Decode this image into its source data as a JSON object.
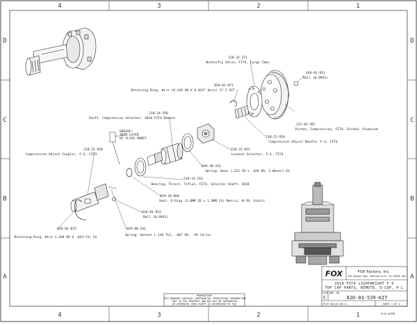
{
  "grid": {
    "columns": [
      "4",
      "3",
      "2",
      "1"
    ],
    "rows": [
      "D",
      "C",
      "B",
      "A"
    ]
  },
  "callouts": [
    {
      "pn": "218-24-371",
      "desc": "Butterfly Valve, FIT4, Large Tabs"
    },
    {
      "pn": "038-01-071",
      "desc": "Retaining Ring, Wire (0.349 OD X 0.024\" Wire) 17-7 SST"
    },
    {
      "pn": "018-01-912",
      "desc": "Ball (0.0941)"
    },
    {
      "pn": "210-24-350",
      "desc": "Shaft, Compression Selector, 2018 FIT4 Remote"
    },
    {
      "pn": "222-01-307",
      "desc": "Piston, Compression, FIT4, Dished, Aluminum"
    },
    {
      "pn": "210-22-918",
      "desc": "Compression Adjust Needle, F-S, FIT4"
    },
    {
      "pn": "210-22-921",
      "desc": "Lockout Selector, F-S, FIT4"
    },
    {
      "pn": "218-22-928",
      "desc": "Compression Adjust Coupler, F-S, FIT4"
    },
    {
      "pn": "039-30-241",
      "desc": "Spring: Wave (.322 ID x .420 OD, 3 Waves) SS"
    },
    {
      "pn": "210-24-316",
      "desc": "Bearing, Thrust, Teflon, FIT4, Selector Shaft, 2018"
    },
    {
      "pn": "029-38-068",
      "desc": "Seal: O-Ring (3.8MM ID x 1.5MM CS) Metric, N-70, Static"
    },
    {
      "pn": "018-01-912",
      "desc": "Ball (0.0941)"
    },
    {
      "pn": "039-00-243",
      "desc": "Spring: Detent (.138 TLG, .087 OD, .49 lb/in)"
    },
    {
      "pn": "038-01-073",
      "desc": "Retaining Ring: Wire 1.280 OD X .024 CS) SS"
    }
  ],
  "grease_note": [
    "GREASE!",
    "THIN LAYER",
    "OF SLICK HONEY"
  ],
  "title_block": {
    "logo": "FOX",
    "company": "FOX Factory, Inc.",
    "company_sub": "130 Hangar Way, Watsonville, CA 95076 USA",
    "title_line1": "2018 FIT4 LIGHTWEIGHT F-S",
    "title_line2": "TOP CAP PARTS, REMOTE, U-CUP, P-L",
    "size_label": "SIZE",
    "size": "C",
    "dwg_label": "DWG. NO.",
    "dwg_no": "820-03-539-KIT",
    "plot_info": "PLOT 60%(X2_00:1)",
    "sheet": "SHEET 1 OF 1",
    "preview": "ProE ASSEM",
    "proprietary": [
      "PROPRIETARY",
      "THIS DRAWING CONTAINS CONFIDENTIAL PROPRIETARY INFORMATION",
      "THAT IS FOX PROPERTY AND MAY NOT BE REPRODUCED",
      "OR OTHERWISE USED EXCEPT AS AUTHORIZED BY FOX"
    ]
  }
}
